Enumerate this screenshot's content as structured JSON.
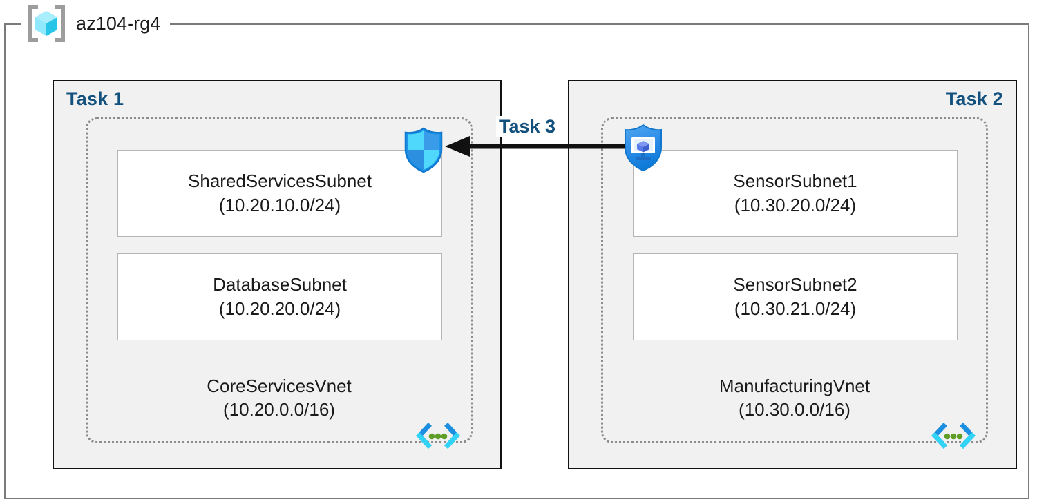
{
  "resource_group": {
    "name": "az104-rg4",
    "icon": "resource-group-cube-icon"
  },
  "tasks": [
    {
      "label": "Task 1"
    },
    {
      "label": "Task 2"
    },
    {
      "label": "Task 3"
    }
  ],
  "vnets": [
    {
      "name": "CoreServicesVnet",
      "cidr": "(10.20.0.0/16)",
      "icon": "vnet-icon",
      "subnets": [
        {
          "name": "SharedServicesSubnet",
          "cidr": "(10.20.10.0/24)"
        },
        {
          "name": "DatabaseSubnet",
          "cidr": "(10.20.20.0/24)"
        }
      ]
    },
    {
      "name": "ManufacturingVnet",
      "cidr": "(10.30.0.0/16)",
      "icon": "vnet-icon",
      "subnets": [
        {
          "name": "SensorSubnet1",
          "cidr": "(10.30.20.0/24)"
        },
        {
          "name": "SensorSubnet2",
          "cidr": "(10.30.21.0/24)"
        }
      ]
    }
  ],
  "icons": {
    "firewall_shield": "firewall-shield-icon",
    "bastion_shield": "bastion-shield-icon"
  },
  "connection": {
    "label": "Task 3",
    "direction": "right-to-left"
  },
  "colors": {
    "task_label": "#12507E",
    "task_box_fill": "#F1F1F1",
    "task_box_border": "#111111",
    "vnet_dotted_border": "#8c8c8c",
    "subnet_border": "#b5b5b5",
    "frame_border": "#7a7a7a",
    "azure_cyan": "#32C3F0",
    "azure_blue": "#1B93E8",
    "vnet_dot_green": "#5E9E26",
    "text": "#1a1a1a",
    "arrow": "#111111"
  }
}
